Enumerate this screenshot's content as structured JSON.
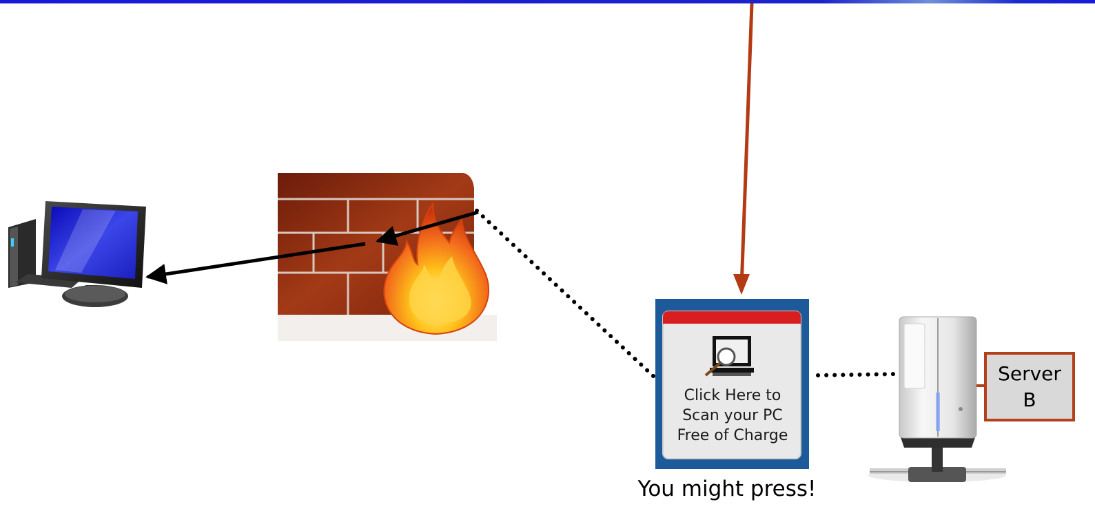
{
  "colors": {
    "top_bar": "#1a1ad6",
    "red_arrow": "#b33a12",
    "flow_arrow": "#000000",
    "popup_frame": "#1d5a99",
    "popup_header": "#d81e1e",
    "server_box_border": "#b3401a",
    "server_box_fill": "#d9d9d9",
    "brick": "#8b2a12",
    "flame": "#f26a1b"
  },
  "icons": {
    "client": "desktop-computer-icon",
    "firewall": "firewall-icon",
    "popup": "scan-popup-icon",
    "server": "server-tower-icon"
  },
  "popup": {
    "lines": [
      "Click Here to",
      "Scan your PC",
      "Free of Charge"
    ]
  },
  "caption": "You might press!",
  "server_label": [
    "Server",
    "B"
  ]
}
